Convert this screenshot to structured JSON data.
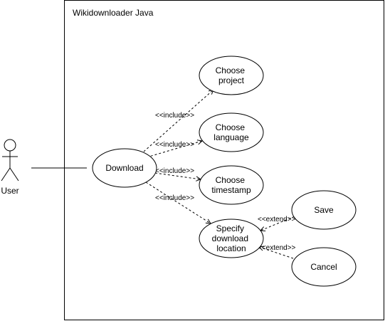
{
  "diagram": {
    "type": "uml-use-case",
    "system_boundary": {
      "title": "Wikidownloader Java"
    },
    "actor": {
      "label": "User"
    },
    "use_cases": {
      "download": [
        "Download"
      ],
      "choose_project": [
        "Choose",
        "project"
      ],
      "choose_language": [
        "Choose",
        "language"
      ],
      "choose_timestamp": [
        "Choose",
        "timestamp"
      ],
      "specify_location": [
        "Specify",
        "download",
        "location"
      ],
      "save": [
        "Save"
      ],
      "cancel": [
        "Cancel"
      ]
    },
    "relationships": {
      "include_project": "<<include>>",
      "include_language": "<<include>>",
      "include_timestamp": "<<include>>",
      "include_location": "<<include>>",
      "extend_save": "<<extend>>",
      "extend_cancel": "<<extend>>"
    },
    "colors": {
      "stroke": "#000000",
      "fill": "#ffffff"
    }
  }
}
